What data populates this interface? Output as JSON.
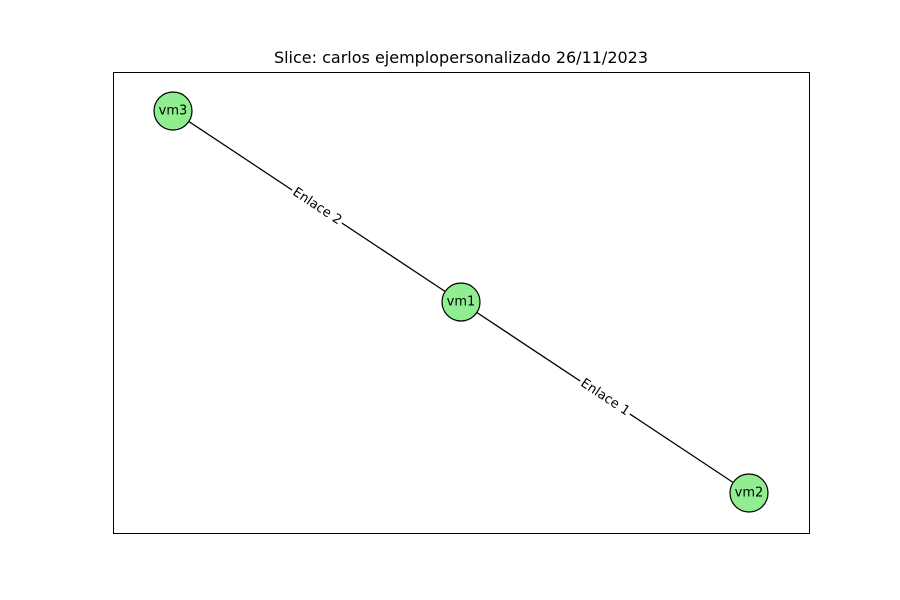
{
  "figure": {
    "title": "Slice: carlos ejemplopersonalizado 26/11/2023"
  },
  "colors": {
    "node_fill": "#90ee90",
    "node_stroke": "#000000",
    "edge": "#000000",
    "frame": "#000000",
    "background": "#ffffff"
  },
  "graph": {
    "nodes": [
      {
        "id": "vm3",
        "label": "vm3"
      },
      {
        "id": "vm1",
        "label": "vm1"
      },
      {
        "id": "vm2",
        "label": "vm2"
      }
    ],
    "edges": [
      {
        "source": "vm1",
        "target": "vm2",
        "label": "Enlace 1"
      },
      {
        "source": "vm3",
        "target": "vm1",
        "label": "Enlace 2"
      }
    ]
  }
}
